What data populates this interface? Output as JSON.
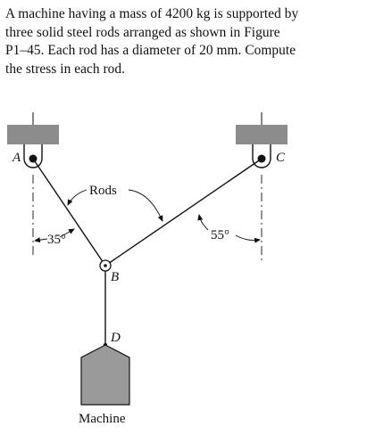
{
  "problem": {
    "lines": [
      "A machine having a mass of 4200 kg is supported by",
      "three solid steel rods arranged as shown in Figure",
      "P1–45. Each rod has a diameter of 20 mm. Compute",
      "the stress in each rod."
    ]
  },
  "figure": {
    "support_left_label": "A",
    "support_right_label": "C",
    "joint_label": "B",
    "hook_label": "D",
    "rods_label": "Rods",
    "angle_left": "35°",
    "angle_right": "55°",
    "machine_label": "Machine",
    "colors": {
      "support_fill": "#8c8c8c",
      "machine_fill": "#9a9a9a",
      "line": "#111111"
    }
  }
}
